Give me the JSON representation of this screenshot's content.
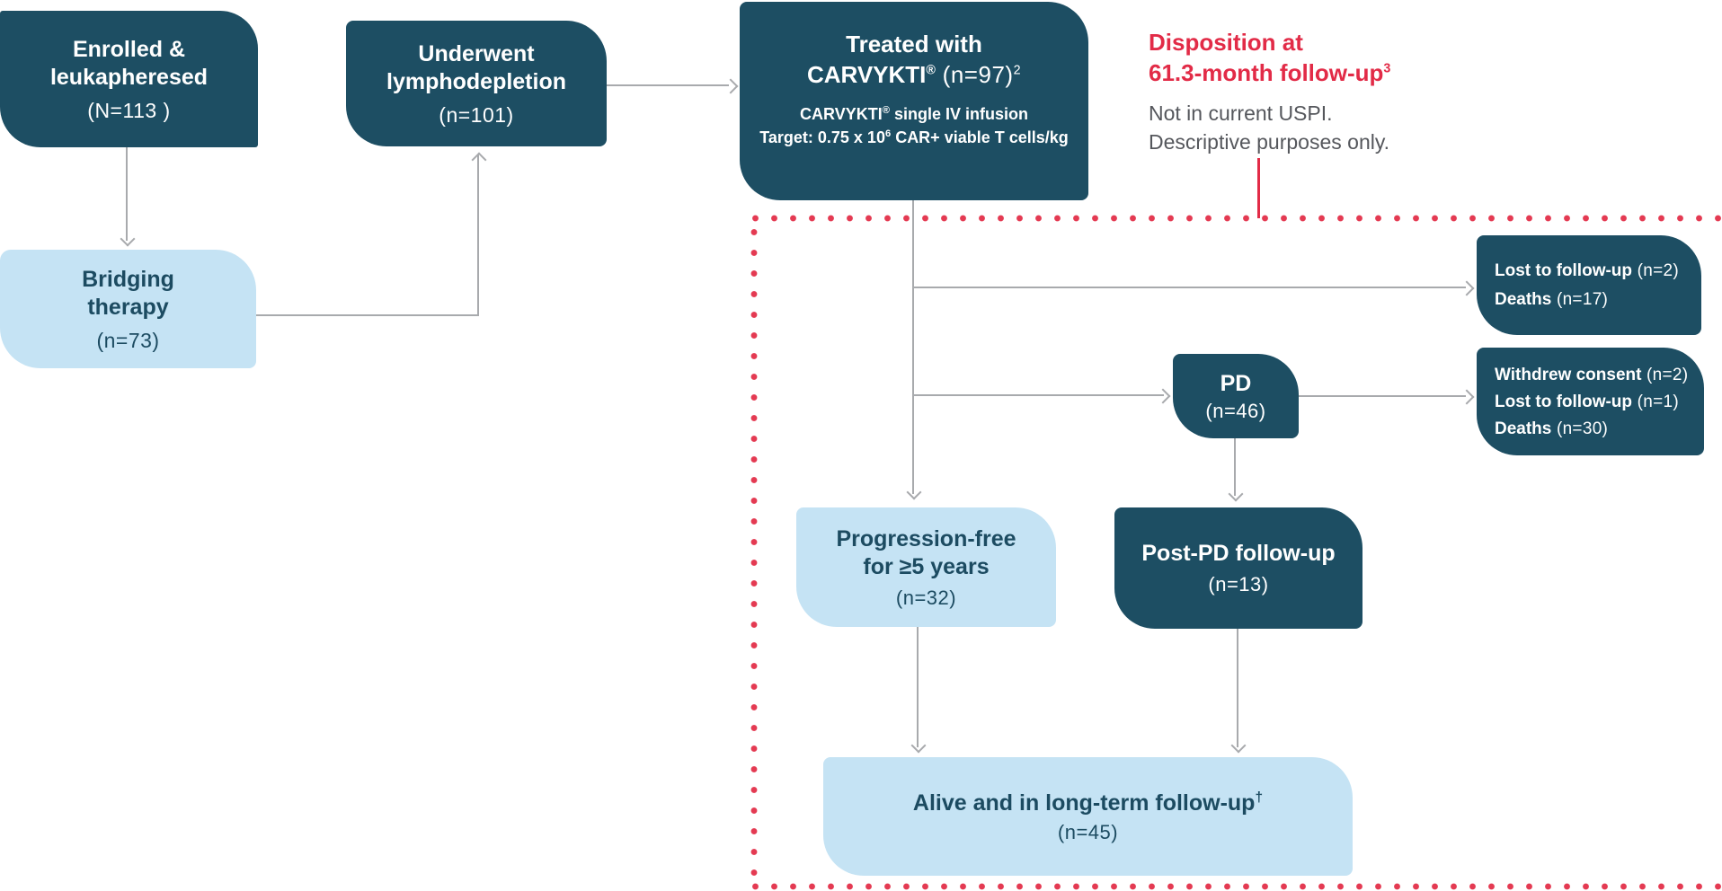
{
  "flow": {
    "enrolled": {
      "l1": "Enrolled &",
      "l2": "leukapheresed",
      "n": "(N=113 )"
    },
    "lymphodepletion": {
      "l1": "Underwent",
      "l2": "lymphodepletion",
      "n": "(n=101)"
    },
    "treated": {
      "l1": "Treated with",
      "brand": "CARVYKTI",
      "reg": "®",
      "count": " (n=97)",
      "count_sup": "2",
      "sub1_brand": "CARVYKTI",
      "sub1_reg": "®",
      "sub1_rest": " single IV infusion",
      "sub2_a": "Target: 0.75 x 10",
      "sub2_sup": "6",
      "sub2_b": " CAR+ viable T cells/kg"
    },
    "bridging": {
      "l1": "Bridging",
      "l2": "therapy",
      "n": "(n=73)"
    },
    "pd": {
      "l1": "PD",
      "n": "(n=46)"
    },
    "progression_free": {
      "l1": "Progression-free",
      "l2": "for ≥5 years",
      "n": "(n=32)"
    },
    "post_pd": {
      "l1": "Post-PD follow-up",
      "n": "(n=13)"
    },
    "alive": {
      "l1": "Alive and in long-term follow-up",
      "sup": "†",
      "n": "(n=45)"
    },
    "lost_deaths": {
      "r1b": "Lost to follow-up",
      "r1n": " (n=2)",
      "r2b": "Deaths",
      "r2n": " (n=17)"
    },
    "withdrew": {
      "r1b": "Withdrew consent",
      "r1n": " (n=2)",
      "r2b": "Lost to follow-up",
      "r2n": " (n=1)",
      "r3b": "Deaths",
      "r3n": " (n=30)"
    }
  },
  "annotation": {
    "title_l1": "Disposition at",
    "title_l2": "61.3-month follow-up",
    "title_sup": "3",
    "note_l1": "Not in current USPI.",
    "note_l2": "Descriptive purposes only."
  },
  "colors": {
    "dark_teal": "#1D4E63",
    "light_blue": "#C5E3F4",
    "red": "#E22B47",
    "dot_red": "#E43A52",
    "gray_line": "#A8AAAD",
    "gray_text": "#55575C"
  }
}
